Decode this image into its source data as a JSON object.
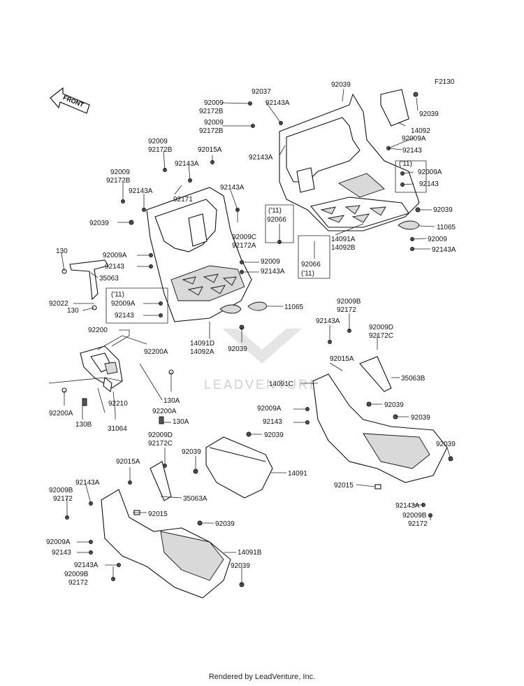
{
  "figure_code": "F2130",
  "front_arrow_label": "FRONT",
  "watermark_text": "LEADVENTURE",
  "footer": "Rendered by LeadVenture, Inc.",
  "labels": {
    "l001": "92037",
    "l002": "92009",
    "l003": "92143A",
    "l004": "92172B",
    "l005": "92039",
    "l006": "92039",
    "l007": "14092",
    "l008": "92009",
    "l009": "92009A",
    "l010": "92172B",
    "l011": "92143",
    "l012": "92143A",
    "l013": "92009",
    "l014": "92172B",
    "l015": "92015A",
    "l016": "92143A",
    "l017": "('11)",
    "l018": "92009A",
    "l019": "92143",
    "l020": "92009",
    "l021": "92172B",
    "l022": "92143A",
    "l023": "92171",
    "l024": "92143A",
    "l025": "92039",
    "l026": "('11)",
    "l027": "92066",
    "l028": "11065",
    "l029": "92009C",
    "l030": "92172A",
    "l031": "92009",
    "l032": "14091A",
    "l033": "92143A",
    "l034": "92066",
    "l035": "14092B",
    "l036": "('11)",
    "l037": "130",
    "l038": "92009A",
    "l039": "92143",
    "l040": "92009",
    "l041": "92143A",
    "l042": "35063",
    "l043": "92022",
    "l044": "130",
    "l045": "('11)",
    "l046": "92009A",
    "l047": "92143",
    "l048": "11065",
    "l049": "92009B",
    "l050": "92172",
    "l051": "14091D",
    "l052": "14092A",
    "l053": "92039",
    "l054": "92143A",
    "l055": "92009D",
    "l056": "92172C",
    "l057": "92200",
    "l058": "92200A",
    "l059": "92015A",
    "l060": "35063B",
    "l061": "14091C",
    "l062": "130A",
    "l063": "92200A",
    "l064": "130A",
    "l065": "92200A",
    "l066": "92210",
    "l067": "130B",
    "l068": "31064",
    "l069": "92009A",
    "l070": "92039",
    "l071": "92143",
    "l072": "92039",
    "l073": "92039",
    "l074": "92009D",
    "l075": "92172C",
    "l076": "92039",
    "l077": "92039",
    "l078": "92015A",
    "l079": "14091",
    "l080": "92143A",
    "l081": "92009B",
    "l082": "92172",
    "l083": "35063A",
    "l084": "92015",
    "l085": "92015",
    "l086": "92143A",
    "l087": "92009B",
    "l088": "92172",
    "l089": "92039",
    "l090": "92009A",
    "l091": "14091B",
    "l092": "92143",
    "l093": "92143A",
    "l094": "92039",
    "l095": "92009B",
    "l096": "92172"
  }
}
